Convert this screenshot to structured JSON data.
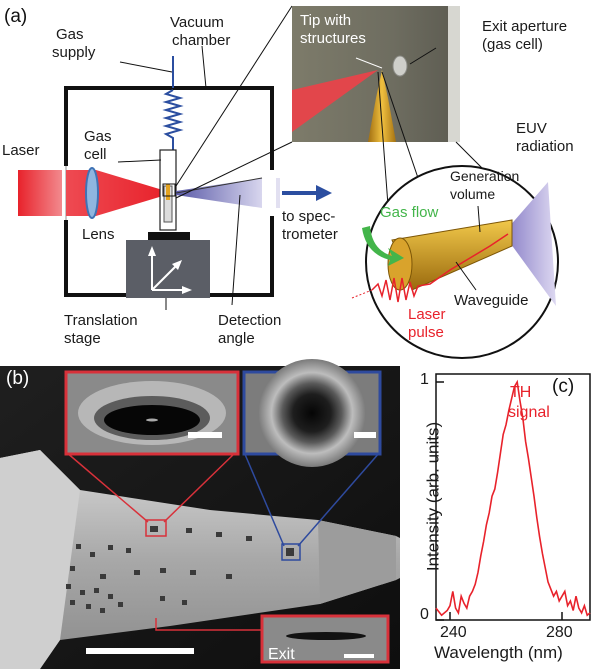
{
  "panel_a": {
    "tag": "(a)",
    "labels": {
      "gas_supply": [
        "Gas",
        "supply"
      ],
      "vacuum_chamber": [
        "Vacuum",
        "chamber"
      ],
      "gas_cell": [
        "Gas",
        "cell"
      ],
      "laser": "Laser",
      "lens": "Lens",
      "to_spectrometer": [
        "to spec-",
        "trometer"
      ],
      "translation_stage": [
        "Translation",
        "stage"
      ],
      "detection_angle": [
        "Detection",
        "angle"
      ],
      "tip_with_structures": [
        "Tip with",
        "structures"
      ],
      "exit_aperture": [
        "Exit aperture",
        "(gas cell)"
      ],
      "euv_radiation": [
        "EUV",
        "radiation"
      ],
      "generation_volume": [
        "Generation",
        "volume"
      ],
      "gas_flow": "Gas flow",
      "waveguide": "Waveguide",
      "laser_pulse": [
        "Laser",
        "pulse"
      ]
    },
    "colors": {
      "laser": "#e8222b",
      "gas_flow": "#43b54a",
      "euv": "#9b8fd0",
      "tip": "#d6a31c"
    }
  },
  "panel_b": {
    "tag": "(b)",
    "exit_label": "Exit",
    "colors": {
      "red_box": "#d8313a",
      "blue_box": "#2e4a9e"
    }
  },
  "panel_c": {
    "tag": "(c)",
    "legend": [
      "TH",
      "signal"
    ],
    "chart_data": {
      "type": "line",
      "title": "",
      "xlabel": "Wavelength (nm)",
      "ylabel": "Intensity (arb. units)",
      "xlim": [
        235,
        290
      ],
      "ylim": [
        0,
        1
      ],
      "xticks": [
        "240",
        "280"
      ],
      "yticks": [
        "0",
        "1"
      ],
      "series": [
        {
          "name": "TH signal",
          "color": "#e8222b",
          "x": [
            235,
            237,
            239,
            240,
            241,
            242,
            243,
            244,
            245,
            246,
            247,
            248,
            249,
            250,
            251,
            252,
            253,
            254,
            255,
            256,
            257,
            258,
            259,
            260,
            261,
            262,
            263,
            264,
            265,
            266,
            267,
            268,
            269,
            270,
            271,
            272,
            273,
            274,
            275,
            276,
            277,
            278,
            279,
            280,
            281,
            282,
            283,
            284,
            285,
            286,
            287,
            288,
            289,
            290
          ],
          "y": [
            0.05,
            0.02,
            0.04,
            0.06,
            0.12,
            0.05,
            0.03,
            0.1,
            0.07,
            0.05,
            0.1,
            0.12,
            0.15,
            0.2,
            0.27,
            0.33,
            0.4,
            0.45,
            0.52,
            0.55,
            0.62,
            0.7,
            0.78,
            0.82,
            0.88,
            0.93,
            0.98,
            1.0,
            0.92,
            0.85,
            0.75,
            0.68,
            0.6,
            0.52,
            0.43,
            0.35,
            0.28,
            0.22,
            0.16,
            0.13,
            0.1,
            0.12,
            0.08,
            0.1,
            0.12,
            0.06,
            0.08,
            0.04,
            0.1,
            0.05,
            0.03,
            0.06,
            0.02,
            0.03
          ]
        }
      ]
    }
  }
}
